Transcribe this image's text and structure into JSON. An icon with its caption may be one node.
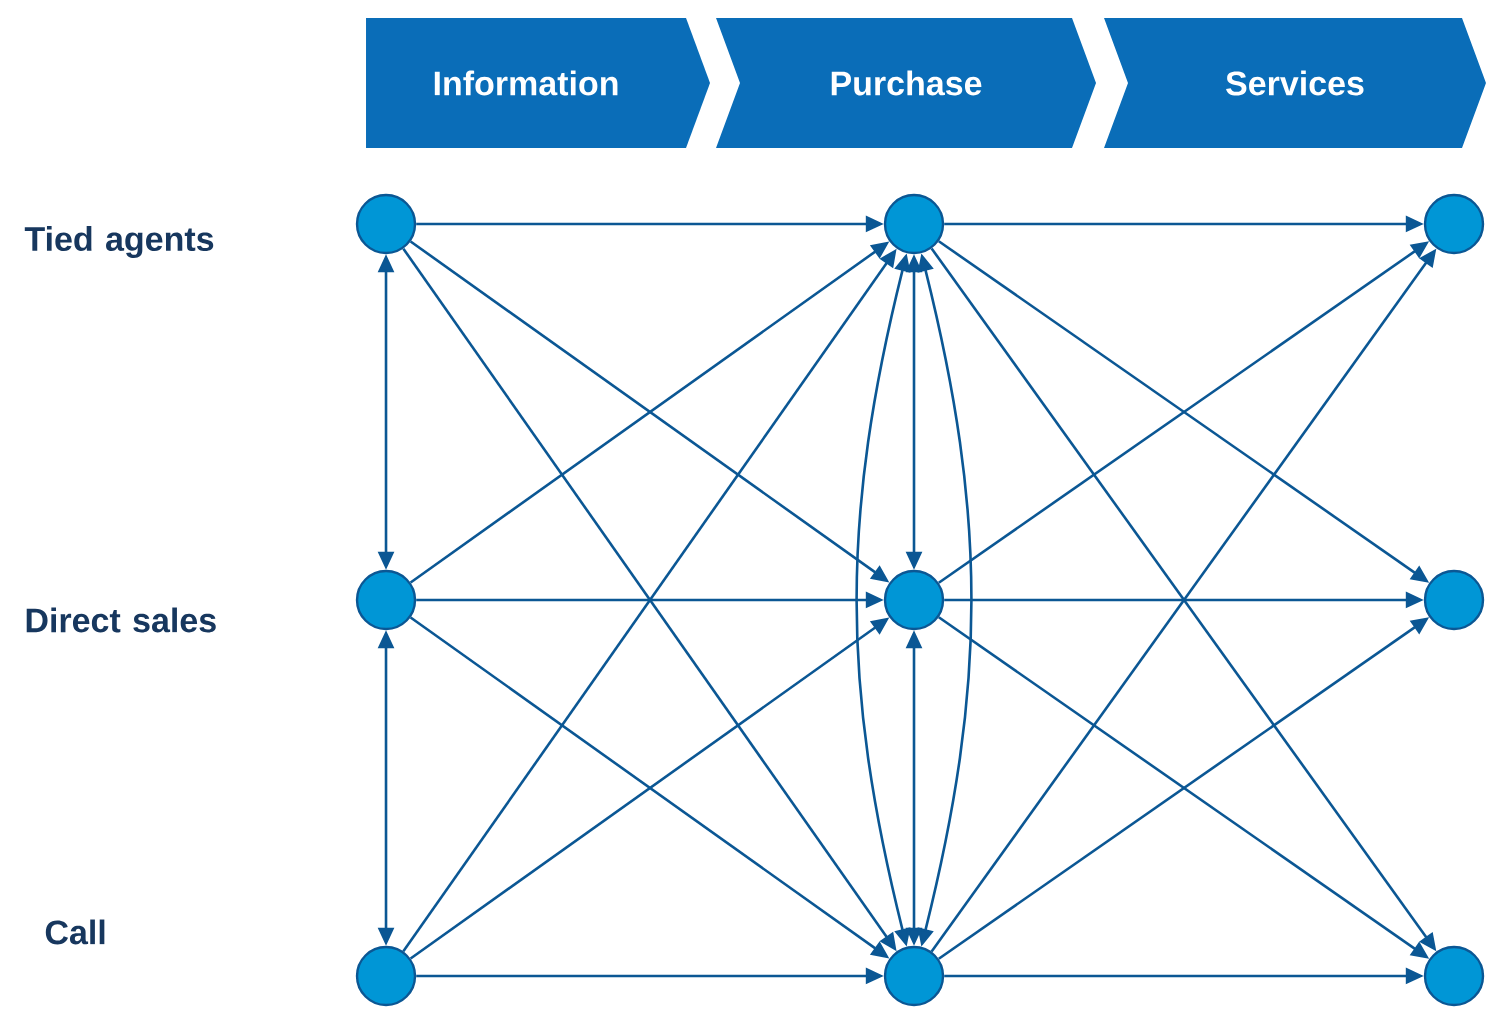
{
  "diagram": {
    "nodes": [
      {
        "text": [
          "Information"
        ]
      },
      {
        "text": [
          "Purchase"
        ]
      },
      {
        "text": [
          "Services"
        ]
      },
      {
        "text": [],
        "shape": "circle"
      },
      {
        "text": [],
        "shape": "circle"
      },
      {
        "text": [],
        "shape": "circle"
      },
      {
        "text": [],
        "shape": "circle"
      },
      {
        "text": [],
        "shape": "circle"
      },
      {
        "text": [],
        "shape": "circle"
      },
      {
        "text": [],
        "shape": "circle"
      },
      {
        "text": [],
        "shape": "circle"
      },
      {
        "text": [],
        "shape": "circle"
      }
    ],
    "edges": [
      {
        "from": 3,
        "to": 4,
        "arrow": "to"
      },
      {
        "from": 3,
        "to": 7,
        "arrow": "to"
      },
      {
        "from": 3,
        "to": 10,
        "arrow": "to"
      },
      {
        "from": 6,
        "to": 4,
        "arrow": "to"
      },
      {
        "from": 6,
        "to": 7,
        "arrow": "to"
      },
      {
        "from": 6,
        "to": 10,
        "arrow": "to"
      },
      {
        "from": 9,
        "to": 4,
        "arrow": "to"
      },
      {
        "from": 9,
        "to": 7,
        "arrow": "to"
      },
      {
        "from": 9,
        "to": 10,
        "arrow": "to"
      },
      {
        "from": 4,
        "to": 5,
        "arrow": "to"
      },
      {
        "from": 4,
        "to": 8,
        "arrow": "to"
      },
      {
        "from": 4,
        "to": 11,
        "arrow": "to"
      },
      {
        "from": 7,
        "to": 5,
        "arrow": "to"
      },
      {
        "from": 7,
        "to": 8,
        "arrow": "to"
      },
      {
        "from": 7,
        "to": 11,
        "arrow": "to"
      },
      {
        "from": 10,
        "to": 5,
        "arrow": "to"
      },
      {
        "from": 10,
        "to": 8,
        "arrow": "to"
      },
      {
        "from": 10,
        "to": 11,
        "arrow": "to"
      },
      {
        "from": 3,
        "to": 6,
        "arrow": "both"
      },
      {
        "from": 6,
        "to": 9,
        "arrow": "both"
      },
      {
        "from": 4,
        "to": 7,
        "arrow": "both"
      },
      {
        "from": 7,
        "to": 10,
        "arrow": "both"
      },
      {
        "from": 4,
        "to": 10,
        "arrow": "both"
      },
      {
        "from": 4,
        "to": 10,
        "arrow": "both"
      }
    ],
    "labels": [
      "Tied agents",
      "Direct sales",
      "Call"
    ]
  }
}
